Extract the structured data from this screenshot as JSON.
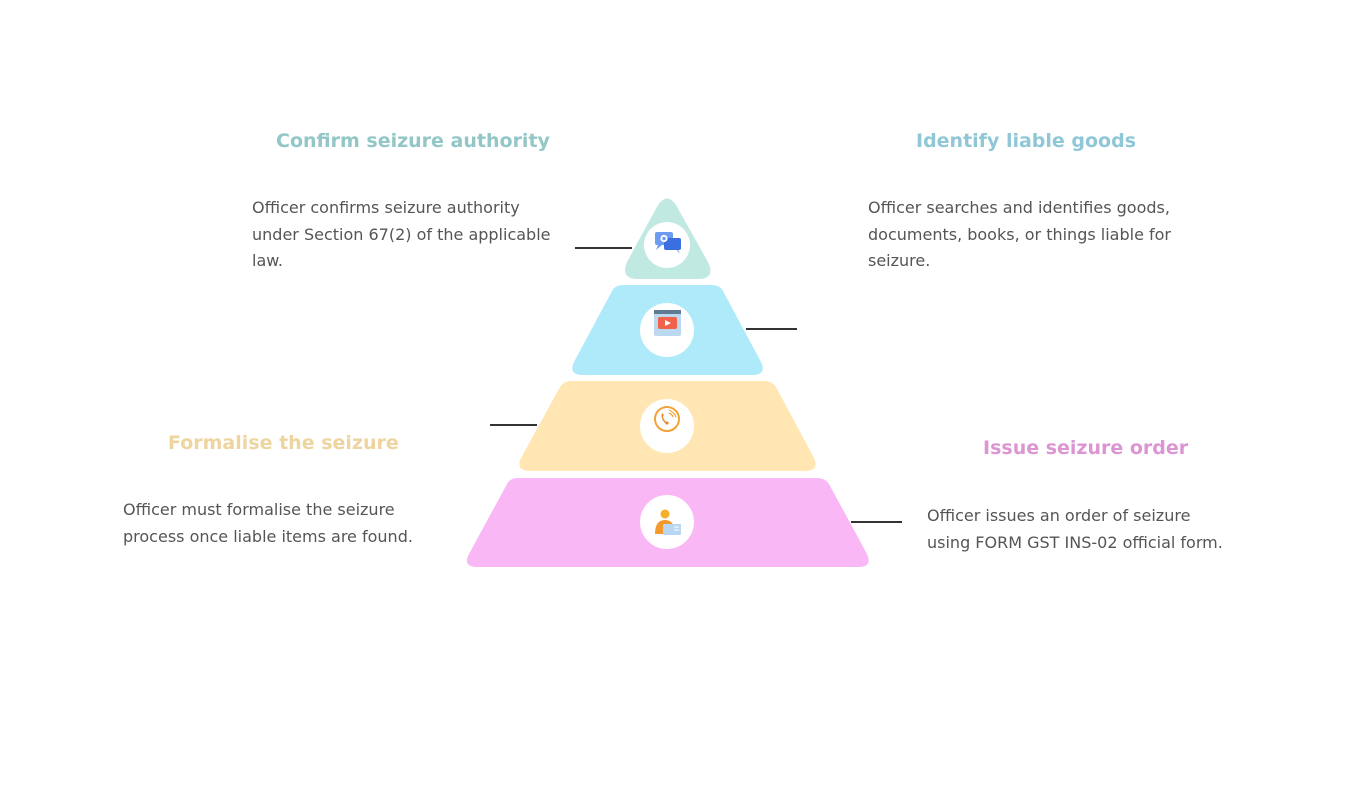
{
  "colors": {
    "tier1": "#bfe9e1",
    "tier2": "#aeeafa",
    "tier3": "#ffe6b2",
    "tier4": "#f9b7f6",
    "title1": "#93c6c6",
    "title2": "#8fc7d7",
    "title3": "#eed49f",
    "title4": "#dc95d3",
    "connector": "#333333",
    "description": "#555555"
  },
  "steps": [
    {
      "title": "Confirm seizure authority",
      "description": "Officer confirms seizure authority under Section 67(2) of the applicable law.",
      "icon": "settings-chat-icon"
    },
    {
      "title": "Identify liable goods",
      "description": "Officer searches and identifies goods, documents, books, or things liable for seizure.",
      "icon": "video-player-icon"
    },
    {
      "title": "Formalise the seizure",
      "description": "Officer must formalise the seizure process once liable items are found.",
      "icon": "phone-call-icon"
    },
    {
      "title": "Issue seizure order",
      "description": "Officer issues an order of seizure using FORM GST INS-02 official form.",
      "icon": "person-document-icon"
    }
  ]
}
